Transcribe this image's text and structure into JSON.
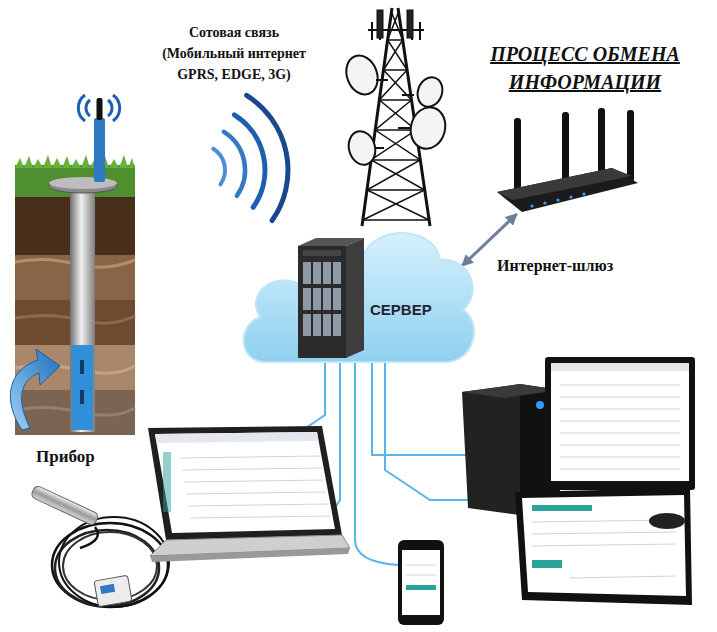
{
  "diagram": {
    "title": "ПРОЦЕСС ОБМЕНА ИНФОРМАЦИИ",
    "nodes": [
      {
        "text": [
          "Интернет-шлюз"
        ]
      },
      {
        "text": [
          "СЕРВЕР"
        ]
      }
    ],
    "edges": [
      {
        "from": 1,
        "to": 0,
        "arrow": "both"
      }
    ],
    "labels": [
      "Сотовая связь (Мобильный интернет GPRS, EDGE, 3G)",
      "Прибор"
    ]
  }
}
